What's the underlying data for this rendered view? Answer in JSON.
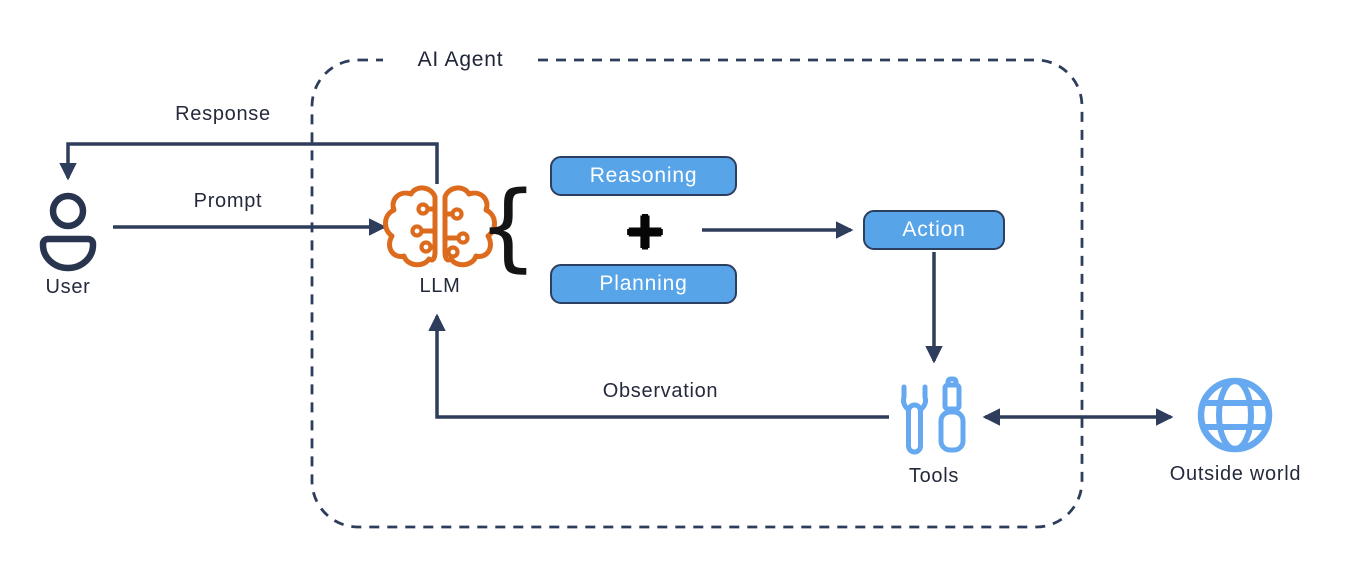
{
  "diagram": {
    "container_label": "AI Agent",
    "nodes": {
      "user": {
        "label": "User",
        "icon": "person-icon"
      },
      "llm": {
        "label": "LLM",
        "icon": "brain-circuit-icon"
      },
      "tools": {
        "label": "Tools",
        "icon": "wrench-screwdriver-icon"
      },
      "outside_world": {
        "label": "Outside world",
        "icon": "globe-icon"
      }
    },
    "boxes": {
      "reasoning": "Reasoning",
      "planning": "Planning",
      "action": "Action"
    },
    "edges": {
      "response": "Response",
      "prompt": "Prompt",
      "observation": "Observation"
    },
    "brace": "{",
    "operator": "+",
    "colors": {
      "arrow_navy": "#2e3d5c",
      "box_fill": "#57a5e8",
      "box_border": "#2d3f60",
      "box_text": "#ffffff",
      "brain_orange": "#dd6b1e",
      "icon_light_blue": "#66a9f0",
      "label_text": "#242a3c",
      "symbol_black": "#060606",
      "background": "#ffffff"
    }
  }
}
